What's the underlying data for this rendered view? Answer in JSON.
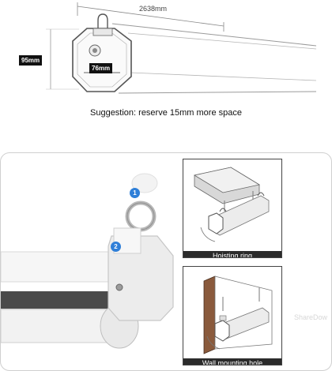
{
  "dimensions": {
    "length": "2638mm",
    "height": "95mm",
    "width": "76mm"
  },
  "suggestion": "Suggestion: reserve 15mm more space",
  "steps": [
    "1",
    "2"
  ],
  "panels": {
    "hoisting_ring": "Hoisting ring",
    "wall_mounting_hole": "Wall mounting hole"
  },
  "watermark": "ShareDow",
  "colors": {
    "tag_background": "#111111",
    "step_badge_blue": "#2f7fd8",
    "caption_background": "#2b2b2b"
  }
}
